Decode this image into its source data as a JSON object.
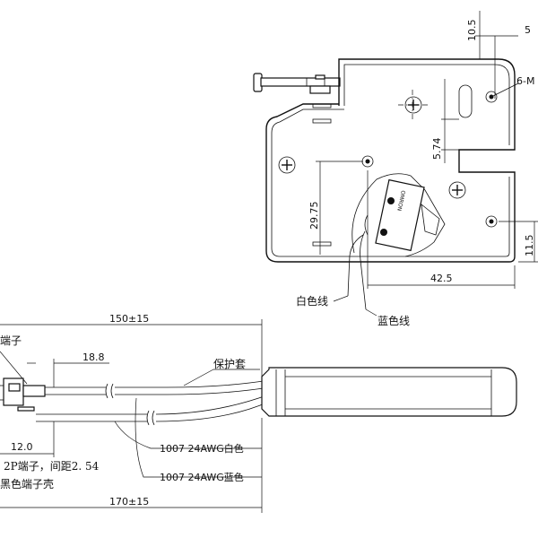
{
  "dimensions": {
    "d_10_5": "10.5",
    "d_5": "5",
    "d_6m": "6-M",
    "d_5_74": "5.74",
    "d_29_75": "29.75",
    "d_11_5": "11.5",
    "d_42_5": "42.5",
    "d_150": "150±15",
    "d_18_8": "18.8",
    "d_12_0": "12.0",
    "d_170": "170±15"
  },
  "labels": {
    "white_wire": "白色线",
    "blue_wire": "蓝色线",
    "sleeve": "保护套",
    "terminal": "端子",
    "awg_white": "1007 24AWG白色",
    "awg_blue": "1007 24AWG蓝色",
    "connector": "2P端子，间距2. 54",
    "housing": "黑色端子壳",
    "switch_brand": "OMRON"
  }
}
